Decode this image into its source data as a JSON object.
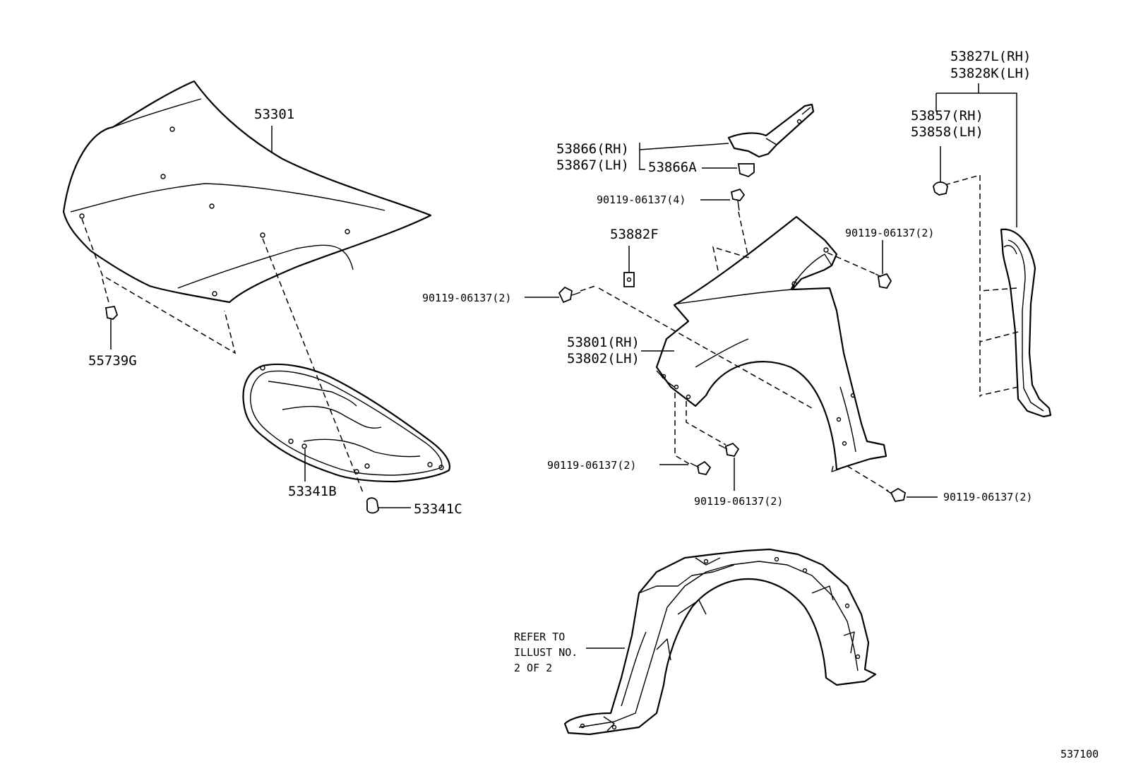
{
  "labels": {
    "hood": "53301",
    "hood_clip": "55739G",
    "hood_insulator": "53341B",
    "insulator_clip": "53341C",
    "bracket_rh": "53866(RH)",
    "bracket_lh": "53867(LH)",
    "bracket_clip": "53866A",
    "bolt_4": "90119-06137(4)",
    "retainer": "53882F",
    "bolt_left": "90119-06137(2)",
    "fender_rh": "53801(RH)",
    "fender_lh": "53802(LH)",
    "bolt_upper_right": "90119-06137(2)",
    "bolt_lower_a": "90119-06137(2)",
    "bolt_lower_b": "90119-06137(2)",
    "bolt_lower_right": "90119-06137(2)",
    "seal_rh": "53827L(RH)",
    "seal_lh": "53828K(LH)",
    "clip_rh": "53857(RH)",
    "clip_lh": "53858(LH)",
    "refer_line1": "REFER TO",
    "refer_line2": "ILLUST NO.",
    "refer_line3": "2 OF 2",
    "page_code": "537100"
  }
}
